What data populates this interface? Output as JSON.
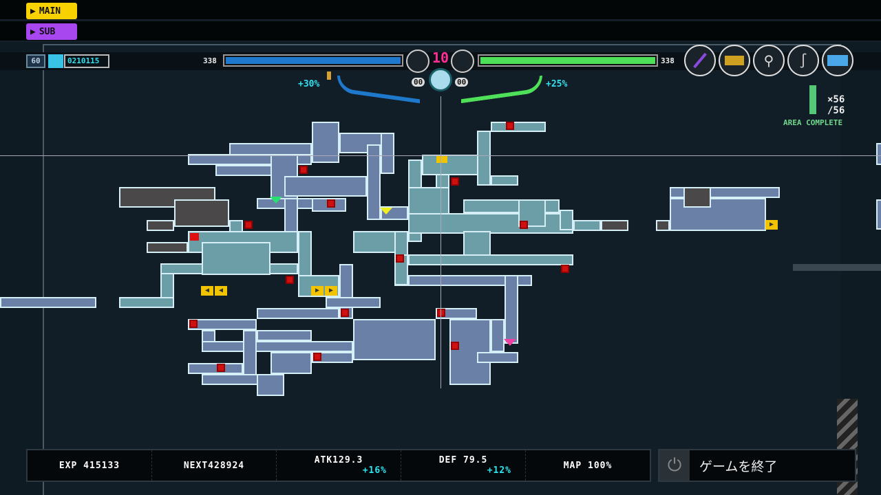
{
  "top": {
    "main_label": "MAIN",
    "sub_label": "SUB",
    "main_color": "#f7d200",
    "sub_color": "#a847f0"
  },
  "hud": {
    "level": "60",
    "money": "0210115",
    "hp_left": "338",
    "hp_right": "338",
    "combo": "10",
    "ammo_left": "00",
    "ammo_right": "00",
    "left_bonus": "+30%",
    "right_bonus": "+25%",
    "equipment": [
      "sword-icon",
      "card-icon",
      "rune-icon",
      "whip-icon",
      "map-chip-icon"
    ],
    "collect_count": "×56",
    "collect_total": "/56",
    "area_status": "AREA COMPLETE"
  },
  "stats": {
    "exp": "EXP 415133",
    "next": "NEXT428924",
    "atk": "ATK129.3",
    "atk_bonus": "+16%",
    "def": "DEF 79.5",
    "def_bonus": "+12%",
    "map": "MAP 100%"
  },
  "quit": {
    "label": "ゲームを終了"
  }
}
